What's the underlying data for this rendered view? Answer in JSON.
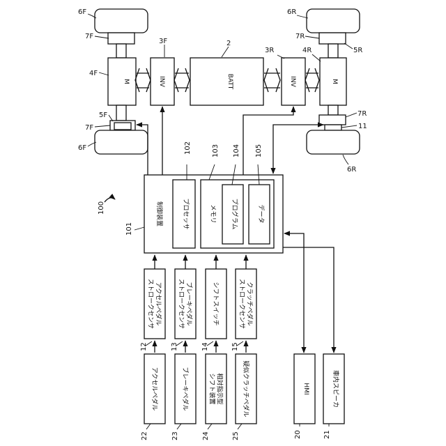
{
  "figure": {
    "system_ref": "100",
    "front": {
      "wheel_upper_ref": "6F",
      "wheel_lower_ref": "6F",
      "hub_upper_ref": "7F",
      "hub_lower_ref": "7F",
      "gear_ref": "5F",
      "motor_ref": "4F",
      "motor_label": "M",
      "inverter_ref": "3F",
      "inverter_label": "INV"
    },
    "battery": {
      "ref": "2",
      "label": "BATT"
    },
    "rear": {
      "wheel_upper_ref": "6R",
      "wheel_lower_ref": "6R",
      "hub_upper_ref": "7R",
      "hub_lower_ref": "7R",
      "gear_ref": "5R",
      "motor_ref": "4R",
      "motor_label": "M",
      "inverter_ref": "3R",
      "inverter_label": "INV",
      "clutch_ref": "11"
    },
    "controller": {
      "ref": "101",
      "label": "制御装置",
      "processor_ref": "102",
      "processor_label": "プロセッサ",
      "memory_ref": "103",
      "memory_label": "メモリ",
      "program_ref": "104",
      "program_label": "プログラム",
      "data_ref": "105",
      "data_label": "データ"
    },
    "sensors": [
      {
        "ref": "12",
        "label": "アクセルペダル\nストロークセンサ"
      },
      {
        "ref": "13",
        "label": "ブレーキペダル\nストロークセンサ"
      },
      {
        "ref": "14",
        "label": "シフトスイッチ"
      },
      {
        "ref": "15",
        "label": "クラッチペダル\nストロークセンサ"
      }
    ],
    "inputs": [
      {
        "ref": "22",
        "label": "アクセルペダル"
      },
      {
        "ref": "23",
        "label": "ブレーキペダル"
      },
      {
        "ref": "24",
        "label": "相対指示型\nシフト装置"
      },
      {
        "ref": "25",
        "label": "疑似クラッチペダル"
      }
    ],
    "hmi": {
      "ref": "20",
      "label": "HMI"
    },
    "speaker": {
      "ref": "21",
      "label": "車内スピーカ"
    }
  }
}
